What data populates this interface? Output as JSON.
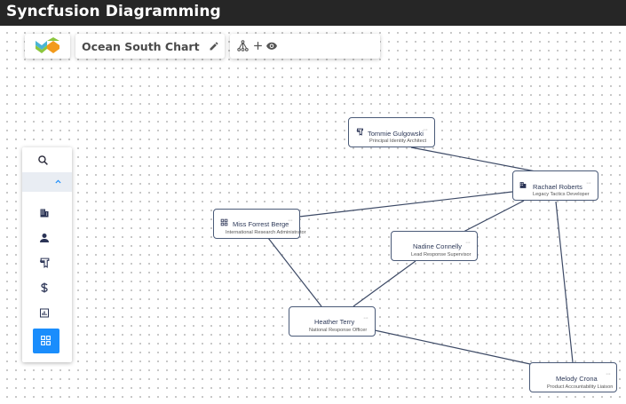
{
  "app": {
    "title": "Syncfusion Diagramming"
  },
  "chart": {
    "name": "Ocean South Chart"
  },
  "toolbar": {
    "icons": [
      "logo-icon",
      "edit-icon",
      "hierarchy-icon",
      "add-icon",
      "eye-icon"
    ]
  },
  "toolbox": {
    "items": [
      "search-icon",
      "chevron-up-icon",
      "building-icon",
      "person-icon",
      "certificate-icon",
      "dollar-icon",
      "bar-chart-icon",
      "grid-icon"
    ],
    "active": "grid-icon",
    "accent": "#1a8dfc"
  },
  "nodes": {
    "tommie": {
      "name": "Tommie Gulgowski",
      "title": "Principal Identity Architect",
      "icon": "certificate-icon",
      "more": "···"
    },
    "rachael": {
      "name": "Rachael Roberts",
      "title": "Legacy Tactics Developer",
      "icon": "building-icon",
      "more": "···"
    },
    "forrest": {
      "name": "Miss Forrest Berge",
      "title": "International Research Administrator",
      "icon": "grid-icon",
      "more": "···"
    },
    "nadine": {
      "name": "Nadine Connelly",
      "title": "Lead Response Supervisor",
      "more": "···"
    },
    "heather": {
      "name": "Heather Terry",
      "title": "National Response Officer",
      "more": "···"
    },
    "melody": {
      "name": "Melody Crona",
      "title": "Product Accountability Liaison",
      "more": "···"
    }
  },
  "colors": {
    "header": "#262626",
    "node_border": "#4a5a78",
    "connector": "#3d4a66"
  }
}
